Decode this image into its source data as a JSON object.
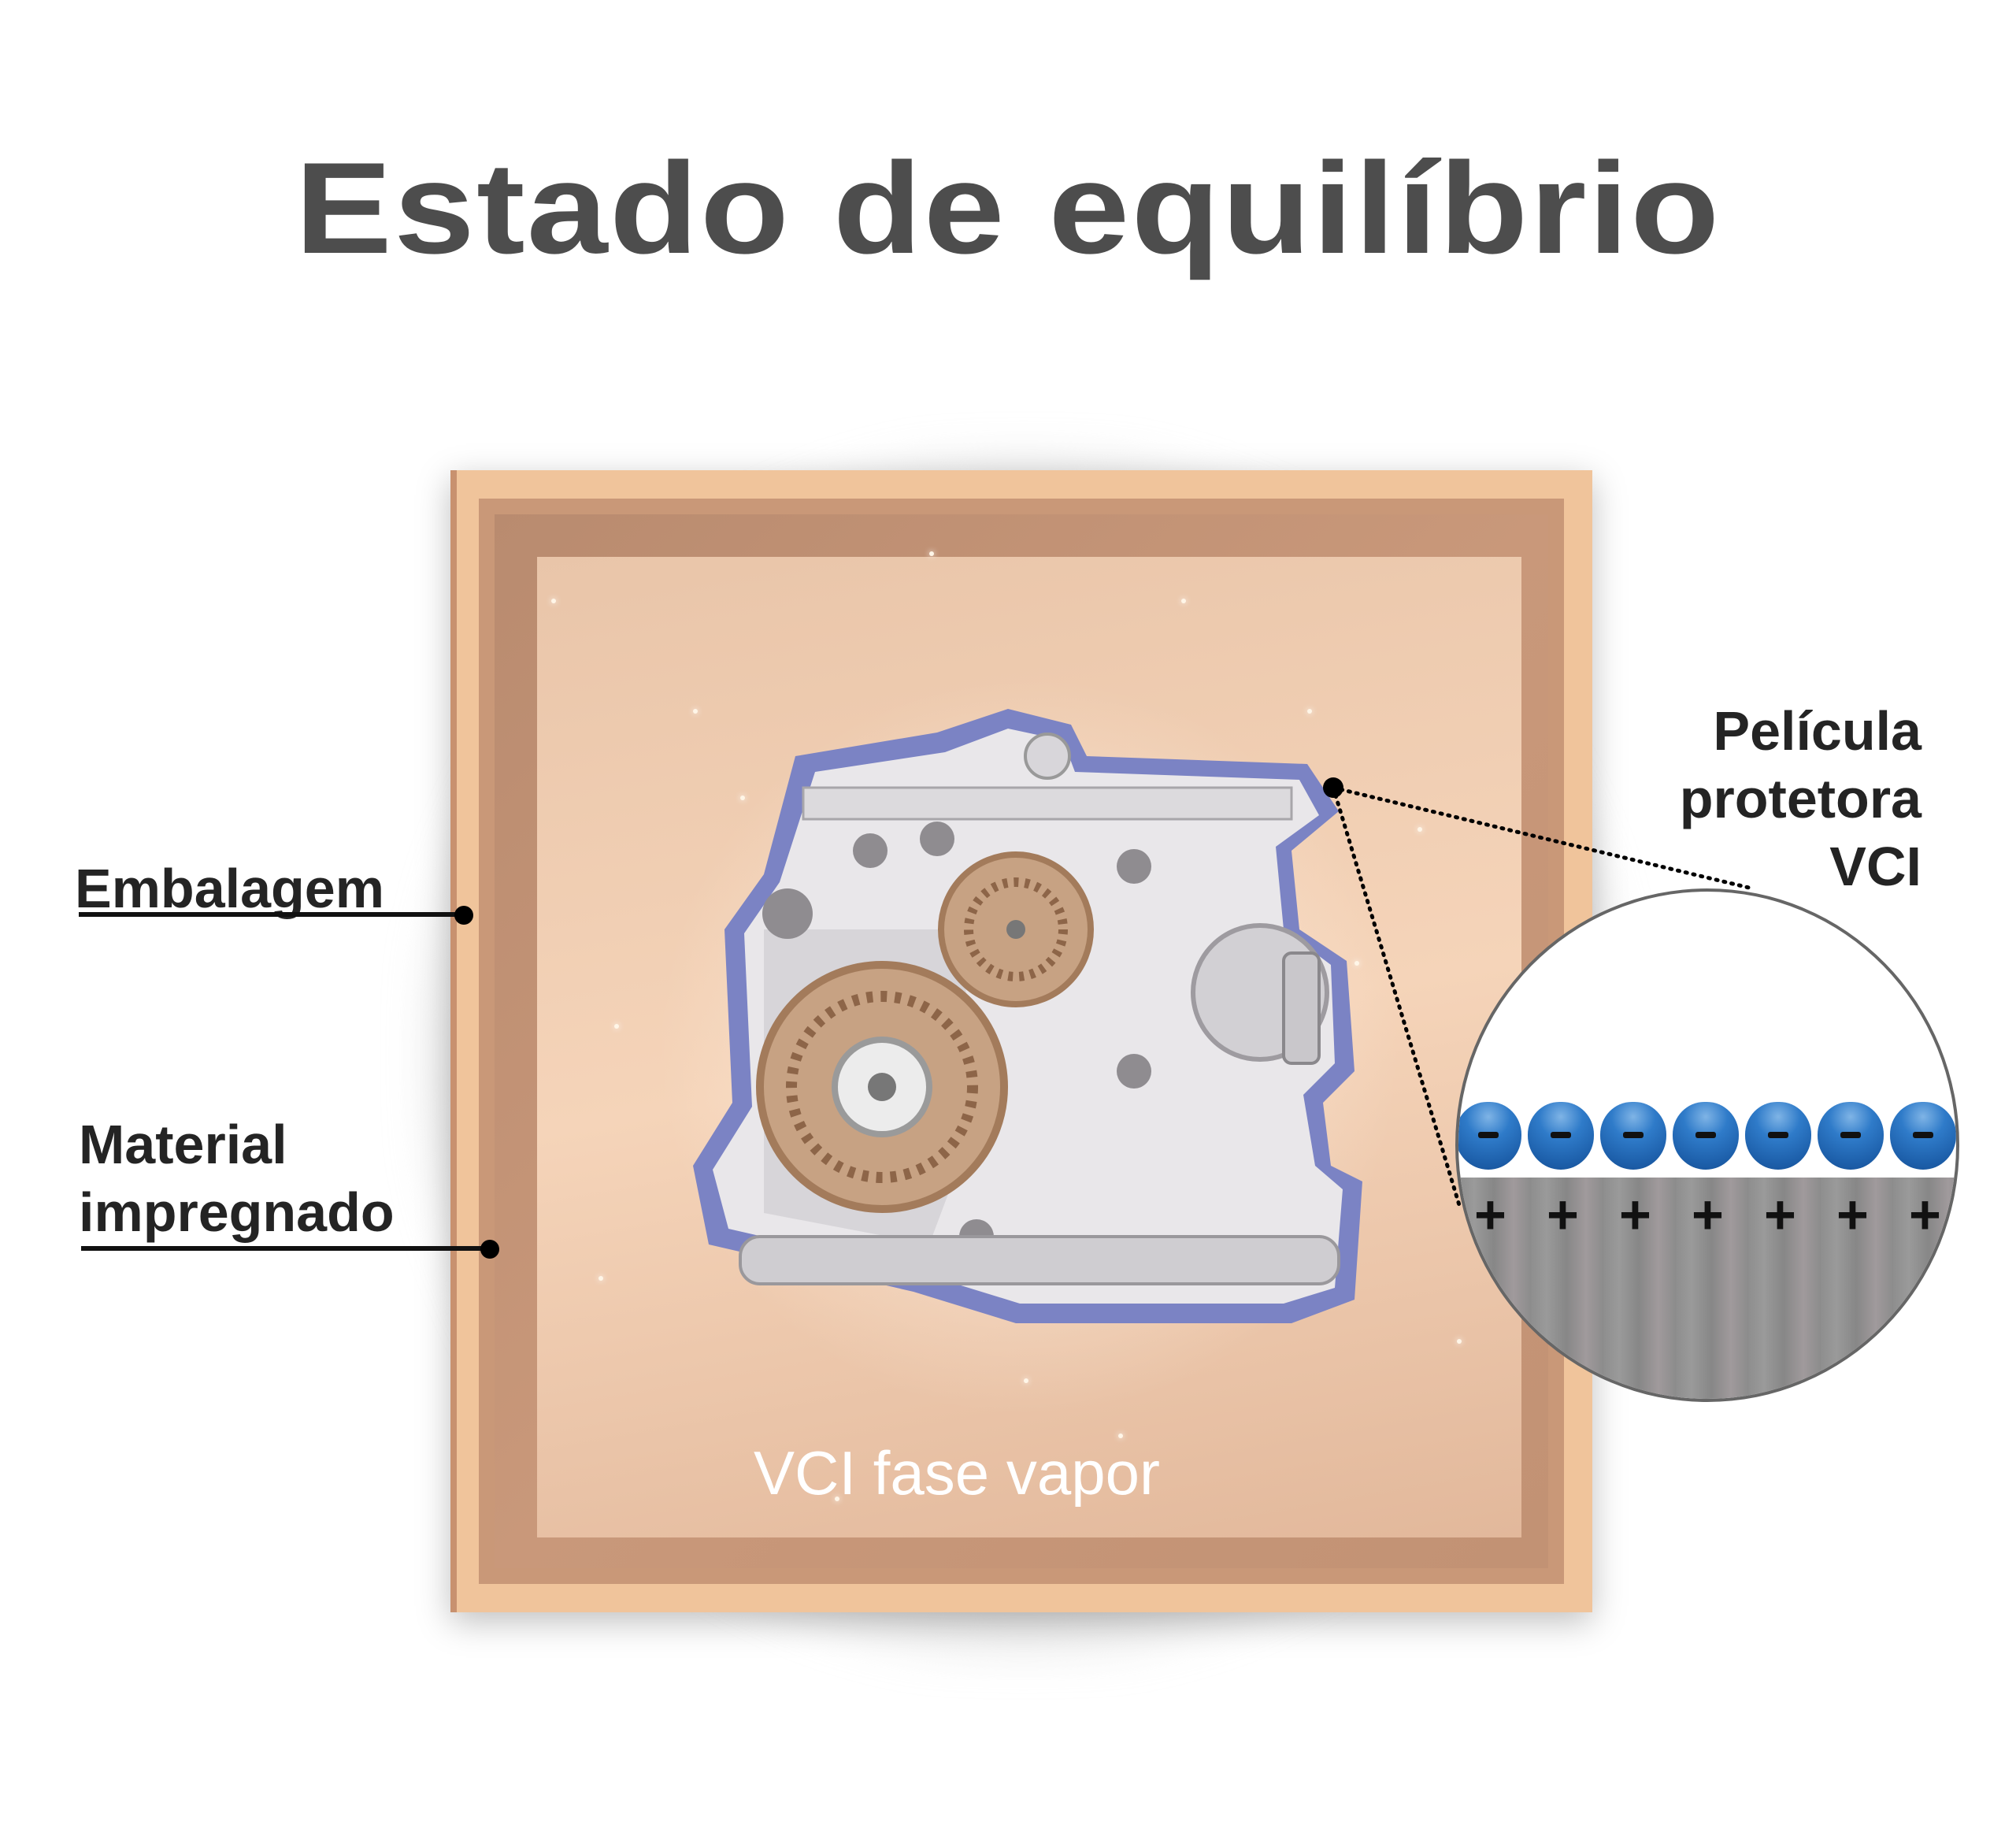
{
  "title": "Estado de equilíbrio",
  "labels": {
    "packaging": "Embalagem",
    "impregnated_line1": "Material",
    "impregnated_line2": "impregnado",
    "film_line1": "Película",
    "film_line2": "protetora",
    "film_line3": "VCI"
  },
  "vapor_label": "VCI fase vapor",
  "magnifier": {
    "negative_charges": [
      "−",
      "−",
      "−",
      "−",
      "−",
      "−",
      "−"
    ],
    "positive_charges": [
      "+",
      "+",
      "+",
      "+",
      "+",
      "+",
      "+"
    ]
  },
  "colors": {
    "title": "#4d4d4d",
    "box_outer": "#f0c49b",
    "box_inner": "#c99878",
    "floor": "#f5d4b9",
    "vci_outline": "#7b83c4",
    "bead_blue": "#1d5faa",
    "metal_gray": "#8e8e8e"
  }
}
